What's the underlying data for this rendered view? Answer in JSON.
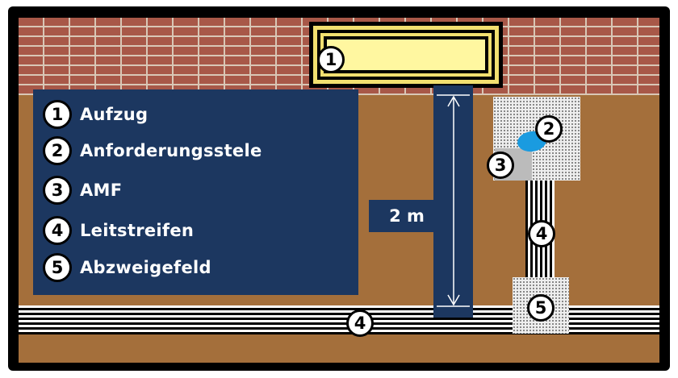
{
  "legend": {
    "items": [
      {
        "number": "1",
        "label": "Aufzug"
      },
      {
        "number": "2",
        "label": "Anforderungsstele"
      },
      {
        "number": "3",
        "label": "AMF"
      },
      {
        "number": "4",
        "label": "Leitstreifen"
      },
      {
        "number": "5",
        "label": "Abzweigefeld"
      }
    ]
  },
  "dimension": {
    "label": "2 m"
  },
  "markers": {
    "elevator": "1",
    "stele": "2",
    "amf": "3",
    "lead_vertical": "4",
    "lead_horizontal": "4",
    "branch_field": "5"
  },
  "colors": {
    "legend_bg": "#1c3760",
    "ground": "#a46f3b",
    "brick": "#a85848",
    "sign_yellow": "#f2e070",
    "stele_blue": "#1a9be0"
  }
}
